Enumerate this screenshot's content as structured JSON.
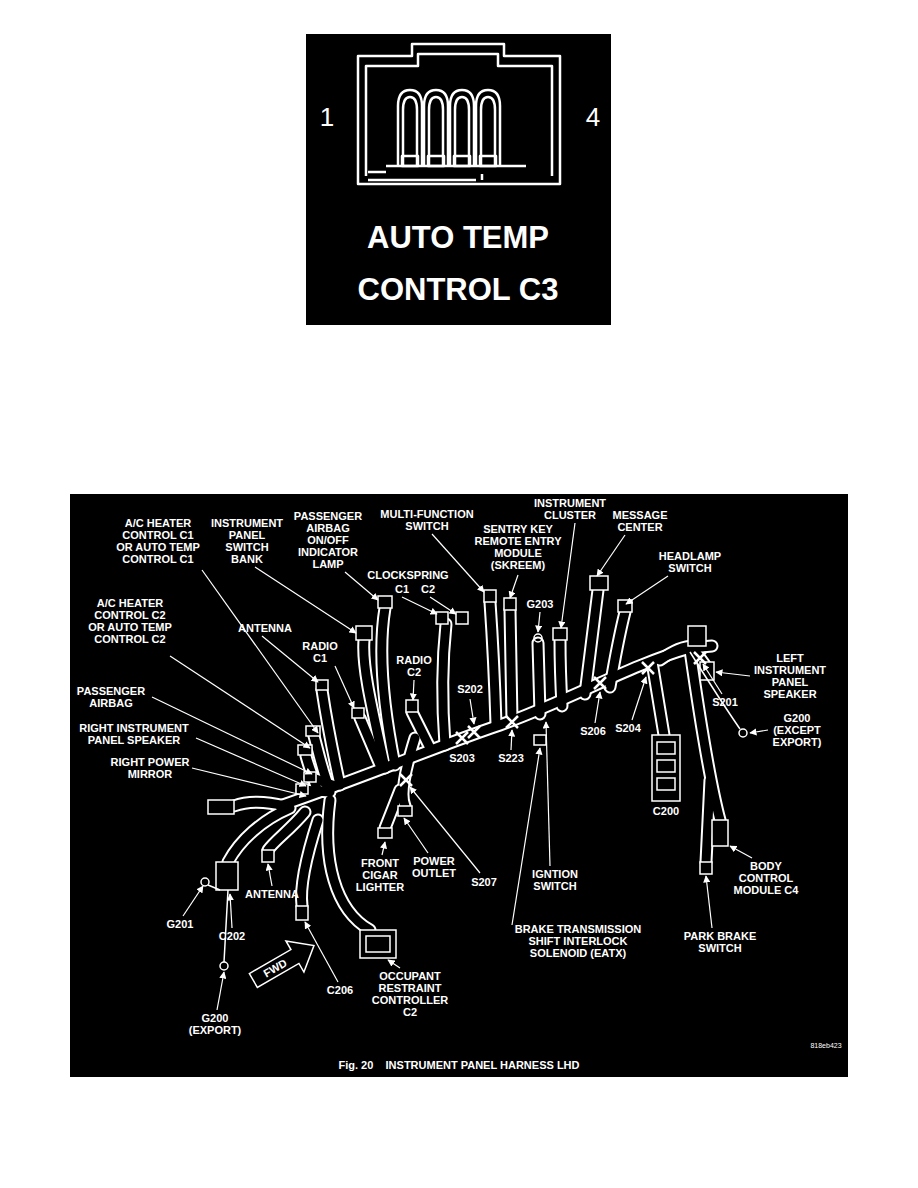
{
  "diagram": {
    "caption": "Fig. 20    INSTRUMENT PANEL HARNESS LHD",
    "nodes": [
      {
        "text": [
          "1",
          "4",
          "AUTO TEMP CONTROL C3"
        ]
      }
    ],
    "labels": [
      "A/C HEATER CONTROL C1 OR AUTO TEMP CONTROL C1",
      "INSTRUMENT PANEL SWITCH BANK",
      "PASSENGER AIRBAG ON/OFF INDICATOR LAMP",
      "MULTI-FUNCTION SWITCH",
      "INSTRUMENT CLUSTER",
      "MESSAGE CENTER",
      "SENTRY KEY REMOTE ENTRY MODULE (SKREEM)",
      "HEADLAMP SWITCH",
      "CLOCKSPRING",
      "C1",
      "C2",
      "G203",
      "A/C HEATER CONTROL C2 OR AUTO TEMP CONTROL C2",
      "ANTENNA",
      "RADIO C1",
      "RADIO C2",
      "PASSENGER AIRBAG",
      "S202",
      "LEFT INSTRUMENT PANEL SPEAKER",
      "S201",
      "G200 (EXCEPT EXPORT)",
      "RIGHT INSTRUMENT PANEL SPEAKER",
      "RIGHT POWER MIRROR",
      "S203",
      "S223",
      "S206",
      "S204",
      "C200",
      "IGNTION SWITCH",
      "FRONT CIGAR LIGHTER",
      "POWER OUTLET",
      "S207",
      "BODY CONTROL MODULE C4",
      "ANTENNA",
      "G201",
      "C202",
      "BRAKE TRANSMISSION SHIFT INTERLOCK SOLENOID (EATX)",
      "PARK BRAKE SWITCH",
      "FWD",
      "C206",
      "OCCUPANT RESTRAINT CONTROLLER C2",
      "G200 (EXPORT)",
      "818eb423"
    ]
  }
}
